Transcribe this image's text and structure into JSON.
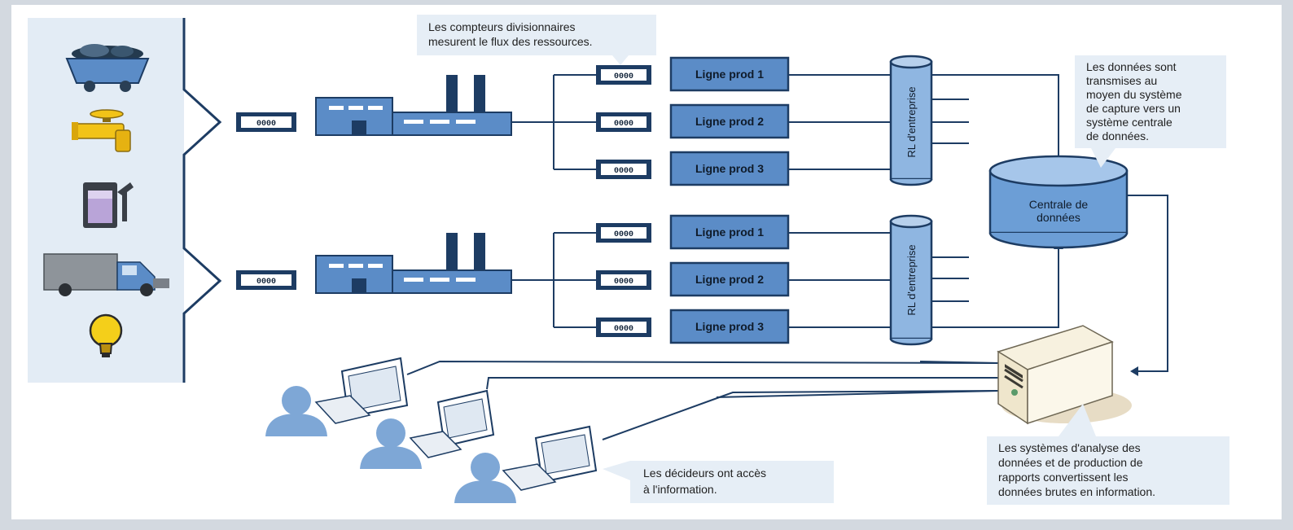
{
  "colors": {
    "outer_bg": "#d3d9e0",
    "canvas": "#ffffff",
    "panel": "#e3ecf5",
    "box_fill": "#4f86c6",
    "box_fill_light": "#8fb6e1",
    "line": "#1d3c63",
    "note_bg": "#e6eef6"
  },
  "callouts": {
    "meters_line1": "Les compteurs divisionnaires",
    "meters_line2": "mesurent le flux des ressources.",
    "data_line1": "Les données sont",
    "data_line2": "transmises au",
    "data_line3": "moyen du système",
    "data_line4": "de capture vers un",
    "data_line5": "système centrale",
    "data_line6": "de données.",
    "analysis_line1": "Les systèmes d'analyse des",
    "analysis_line2": "données et de production de",
    "analysis_line3": "rapports convertissent les",
    "analysis_line4": "données brutes en information.",
    "users_line1": "Les décideurs ont accès",
    "users_line2": "à l'information."
  },
  "meter_value": "0000",
  "production_lines": {
    "top": [
      "Ligne prod 1",
      "Ligne prod 2",
      "Ligne prod 3"
    ],
    "bottom": [
      "Ligne prod 1",
      "Ligne prod 2",
      "Ligne prod 3"
    ]
  },
  "lan_label": "RL d'entreprise",
  "database": {
    "line1": "Centrale de",
    "line2": "données"
  },
  "resource_icons": [
    "coal-cart-icon",
    "water-tap-icon",
    "fuel-pump-icon",
    "truck-icon",
    "light-bulb-icon"
  ]
}
